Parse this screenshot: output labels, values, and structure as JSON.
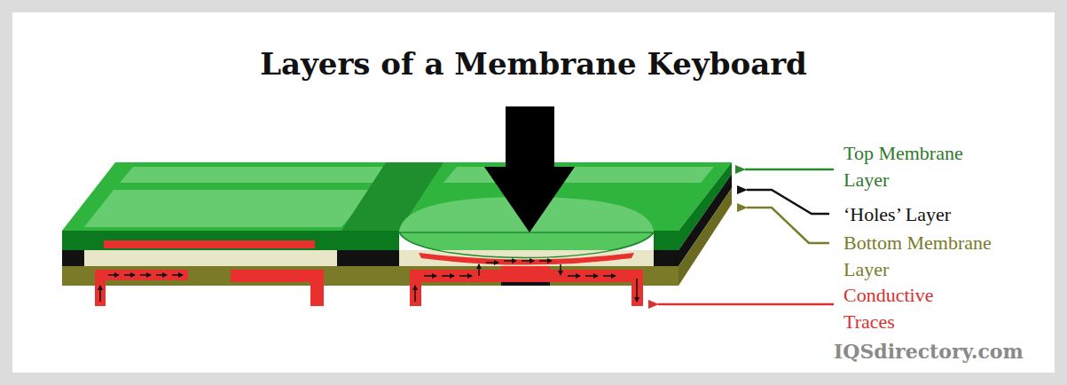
{
  "diagram": {
    "title": "Layers of a Membrane Keyboard",
    "labels": [
      "Top Membrane Layer",
      "‘Holes’ Layer",
      "Bottom Membrane Layer",
      "Conductive Traces",
      "IQSdirectory.com"
    ]
  }
}
